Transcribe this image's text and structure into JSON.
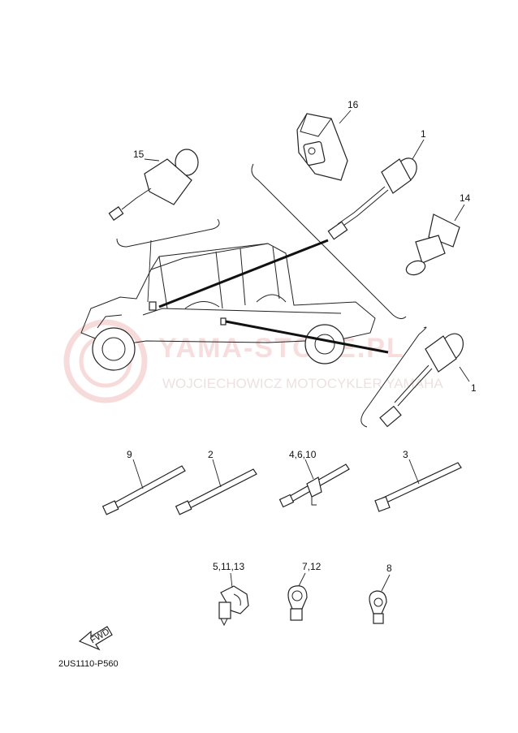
{
  "callouts": {
    "c16": "16",
    "c1a": "1",
    "c15": "15",
    "c14": "14",
    "c1b": "1",
    "c9": "9",
    "c2": "2",
    "c4_6_10": "4,6,10",
    "c3": "3",
    "c5_11_13": "5,11,13",
    "c7_12": "7,12",
    "c8": "8"
  },
  "fwd_label": "FWD",
  "diagram_code": "2US1110-P560",
  "watermark": {
    "main": "YAMA-STORE.PL",
    "sub": "WOJCIECHOWICZ MOTOCYKLER YAMAHA",
    "color": "#e07070"
  }
}
